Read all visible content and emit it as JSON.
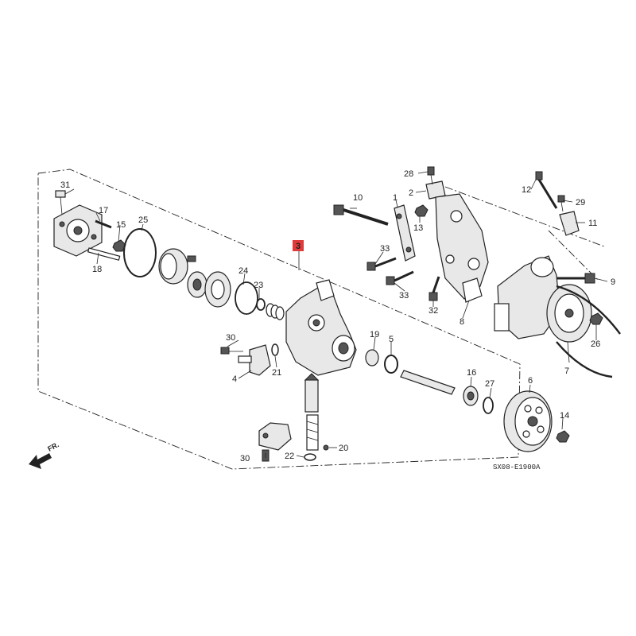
{
  "diagram": {
    "highlight_color": "#e03a3a",
    "callouts": {
      "p1": "1",
      "p2": "2",
      "p3": "3",
      "p4": "4",
      "p5": "5",
      "p6": "6",
      "p7": "7",
      "p8": "8",
      "p9": "9",
      "p10": "10",
      "p11": "11",
      "p12": "12",
      "p13": "13",
      "p14": "14",
      "p15": "15",
      "p16": "16",
      "p17": "17",
      "p18": "18",
      "p19": "19",
      "p20": "20",
      "p21": "21",
      "p22": "22",
      "p23": "23",
      "p24": "24",
      "p25": "25",
      "p26": "26",
      "p27": "27",
      "p28": "28",
      "p29": "29",
      "p30a": "30",
      "p30b": "30",
      "p31": "31",
      "p32": "32",
      "p33a": "33",
      "p33b": "33"
    },
    "direction_label": "FR.",
    "diagram_code": "SX08-E1900A"
  }
}
